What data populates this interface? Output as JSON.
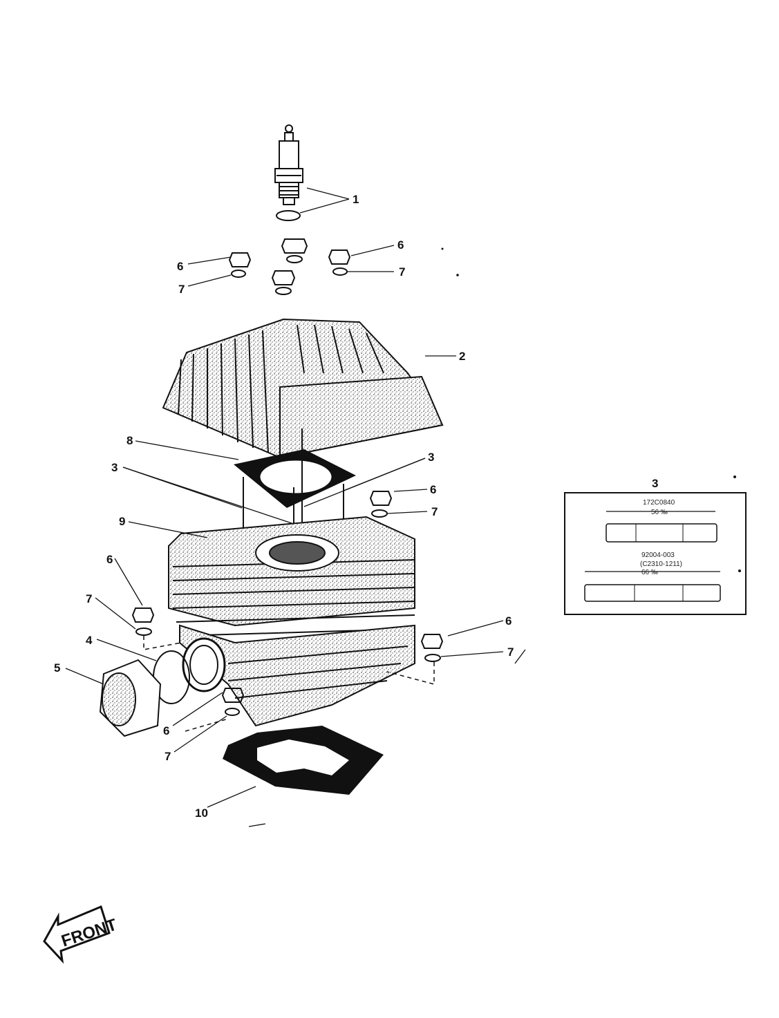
{
  "diagram": {
    "callouts": {
      "spark_plug_1": "1",
      "head_2": "2",
      "stud_left_3": "3",
      "stud_right_3": "3",
      "nut_top_left_6": "6",
      "nut_top_right_6": "6",
      "nut_mid_right_6": "6",
      "nut_left_6": "6",
      "nut_right_6": "6",
      "nut_bottom_6": "6",
      "washer_top_left_7": "7",
      "washer_top_right_7": "7",
      "washer_mid_right_7": "7",
      "washer_left_7": "7",
      "washer_right_7": "7",
      "washer_bottom_7": "7",
      "head_gasket_8": "8",
      "cylinder_9": "9",
      "base_gasket_10": "10",
      "oring_4": "4",
      "exhaust_nut_5": "5"
    },
    "inset": {
      "title": "3",
      "stud_a_part": "172C0840",
      "stud_a_length": "56 ‰",
      "stud_b_part": "92004-003",
      "stud_b_alt": "(C2310-1211)",
      "stud_b_length": "66 ‰"
    },
    "front_arrow_label": "FRONT"
  }
}
